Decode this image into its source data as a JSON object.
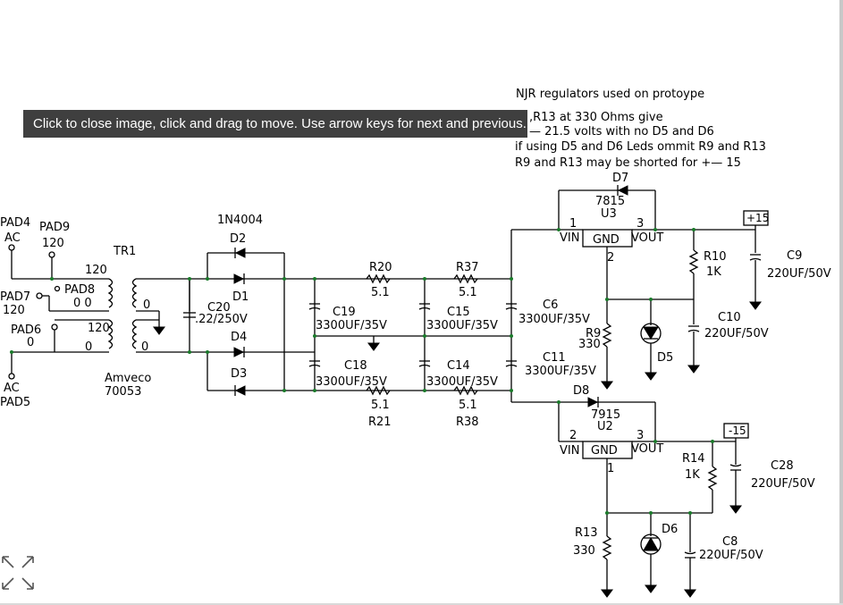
{
  "viewer": {
    "tooltip": "Click to close image, click and drag to move. Use arrow keys for next and previous.",
    "expand_icon": "expand-arrows-icon"
  },
  "notes": {
    "line1": "NJR regulators used on protoype",
    "line2": ",R13 at 330 Ohms give",
    "line3": "— 21.5 volts with no D5 and D6",
    "line4": "if using D5 and D6 Leds ommit R9 and R13",
    "line5": "R9 and R13 may be shorted for +— 15"
  },
  "labels": {
    "pad4": "PAD4",
    "pad4_ac": "AC",
    "pad9": "PAD9",
    "pad9_val": "120",
    "pad7": "PAD7",
    "pad7_val": "120",
    "pad6": "PAD6",
    "pad6_val": "0",
    "pad8": "PAD8",
    "pad8_vals": "0  0",
    "pad5_ac": "AC",
    "pad5": "PAD5",
    "tr1": "TR1",
    "tr_120_top": "120",
    "tr_120_mid": "120",
    "tr_0_top": "0",
    "tr_0_bot": "0",
    "tr_0_sec_top": "0",
    "tr_0_sec_bot": "0",
    "amveco": "Amveco",
    "amveco_num": "70053",
    "d_part": "1N4004",
    "d2": "D2",
    "d1": "D1",
    "d4": "D4",
    "d3": "D3",
    "c20": "C20",
    "c20_val": ".22/250V",
    "r20": "R20",
    "r20_val": "5.1",
    "r37": "R37",
    "r37_val": "5.1",
    "r21": "R21",
    "r21_val": "5.1",
    "r38": "R38",
    "r38_val": "5.1",
    "c19": "C19",
    "c19_val": "3300UF/35V",
    "c15": "C15",
    "c15_val": "3300UF/35V",
    "c18": "C18",
    "c18_val": "3300UF/35V",
    "c14": "C14",
    "c14_val": "3300UF/35V",
    "c6": "C6",
    "c6_val": "3300UF/35V",
    "c11": "C11",
    "c11_val": "3300UF/35V",
    "d7": "D7",
    "d8": "D8",
    "u3_part": "7815",
    "u3": "U3",
    "u2_part": "7915",
    "u2": "U2",
    "pin1": "1",
    "pin3": "3",
    "pin2": "2",
    "u2_pin2": "2",
    "u2_pin3": "3",
    "u2_pin1": "1",
    "vin": "VIN",
    "gnd": "GND",
    "vout": "VOUT",
    "vin2": "VIN",
    "gnd2": "GND",
    "vout2": "VOUT",
    "plus15": "+15",
    "minus15": "-15",
    "r10": "R10",
    "r10_val": "1K",
    "r9": "R9",
    "r9_val": "330",
    "r14": "R14",
    "r14_val": "1K",
    "r13": "R13",
    "r13_val": "330",
    "c9": "C9",
    "c9_val": "220UF/50V",
    "c10": "C10",
    "c10_val": "220UF/50V",
    "c28": "C28",
    "c28_val": "220UF/50V",
    "c8": "C8",
    "c8_val": "220UF/50V",
    "d5": "D5",
    "d6": "D6"
  },
  "colors": {
    "junction": "#1a7a2a",
    "tooltip_bg": "#3f3f3f",
    "tooltip_fg": "#ffffff"
  }
}
